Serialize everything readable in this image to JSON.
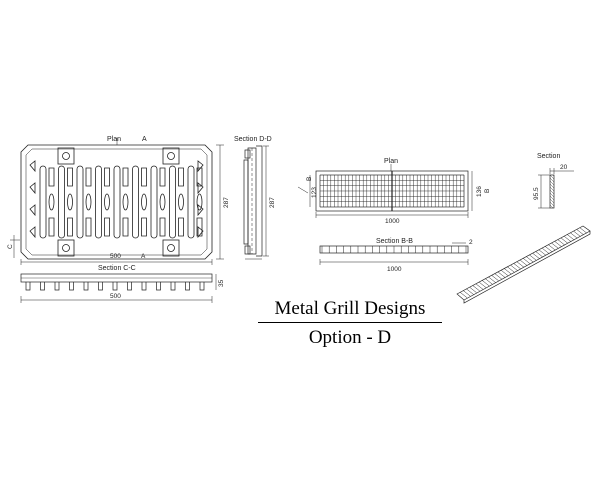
{
  "title": {
    "main": "Metal Grill Designs",
    "sub": "Option - D"
  },
  "left_plan": {
    "label": "Plan",
    "section_mark": "A",
    "width_dim": "500",
    "height_dim": "287",
    "side_mark": "C"
  },
  "section_dd": {
    "label": "Section D-D",
    "height_dim": "287"
  },
  "section_cc": {
    "label": "Section C-C",
    "width_dim": "500",
    "height_dim": "35"
  },
  "right_plan": {
    "label": "Plan",
    "width_dim": "1000",
    "left_dim": "123",
    "right_dim": "136",
    "mark_left": "B",
    "mark_right": "B"
  },
  "section_bb": {
    "label": "Section B-B",
    "width_dim": "1000",
    "small_dim": "2"
  },
  "section_detail": {
    "label": "Section",
    "width_dim": "20",
    "height_dim": "95.5"
  }
}
